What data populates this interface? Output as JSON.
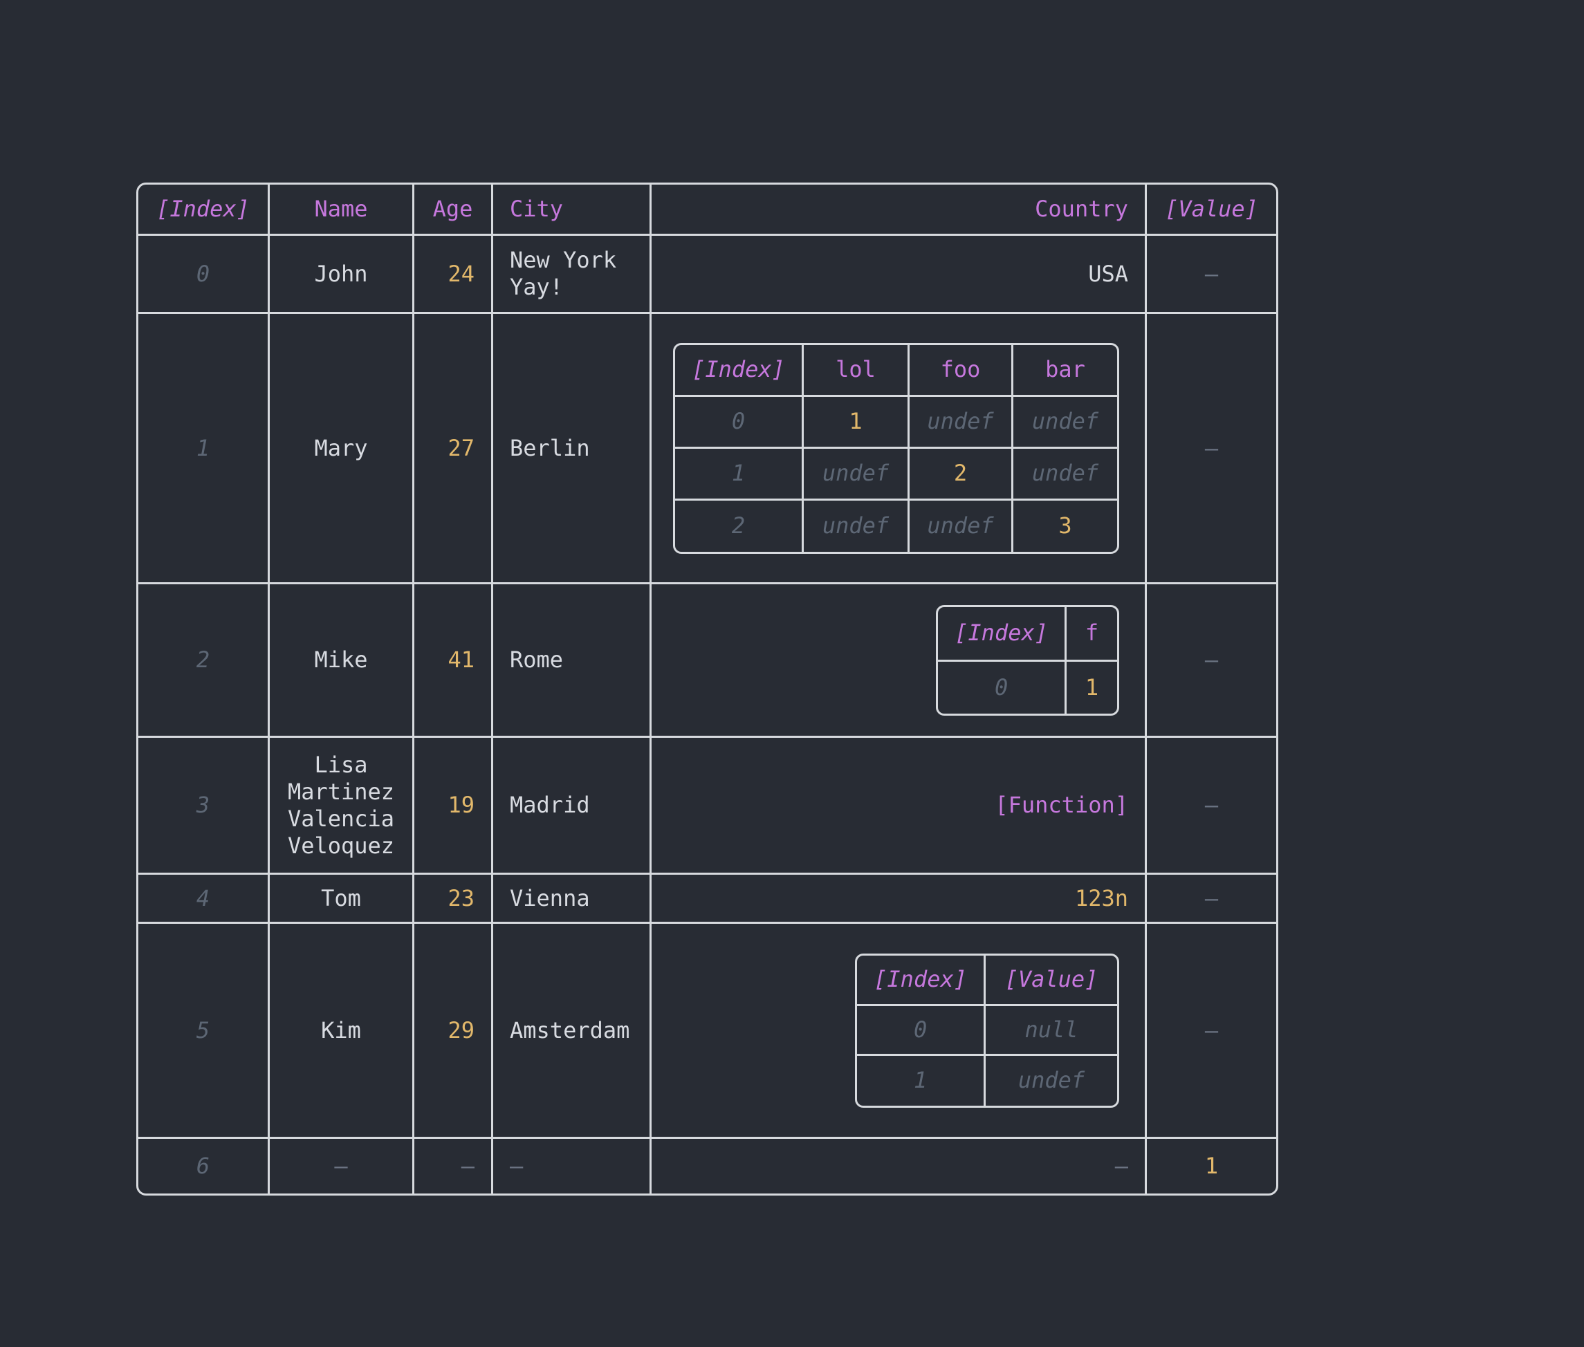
{
  "colors": {
    "background": "#282c34",
    "border": "#d7dade",
    "header_purple": "#c678dd",
    "string_white": "#d8dbe1",
    "number_gold": "#e2b86b",
    "muted_gray": "#5d6775",
    "dash_gray": "#6b7483"
  },
  "table": {
    "headers": {
      "index": "[Index]",
      "name": "Name",
      "age": "Age",
      "city": "City",
      "country": "Country",
      "value": "[Value]"
    },
    "rows": [
      {
        "index": "0",
        "name": "John",
        "age": "24",
        "city_lines": [
          "New York",
          "Yay!"
        ],
        "country": "USA",
        "value": "—"
      },
      {
        "index": "1",
        "name": "Mary",
        "age": "27",
        "city": "Berlin",
        "value": "—"
      },
      {
        "index": "2",
        "name": "Mike",
        "age": "41",
        "city": "Rome",
        "value": "—"
      },
      {
        "index": "3",
        "name_lines": [
          "Lisa",
          "Martinez",
          "Valencia",
          "Veloquez"
        ],
        "age": "19",
        "city": "Madrid",
        "country": "[Function]",
        "value": "—"
      },
      {
        "index": "4",
        "name": "Tom",
        "age": "23",
        "city": "Vienna",
        "country": "123n",
        "value": "—"
      },
      {
        "index": "5",
        "name": "Kim",
        "age": "29",
        "city": "Amsterdam",
        "value": "—"
      },
      {
        "index": "6",
        "name": "—",
        "age": "—",
        "city": "—",
        "country": "—",
        "value": "1"
      }
    ]
  },
  "nested_tables": {
    "mary": {
      "headers": [
        "[Index]",
        "lol",
        "foo",
        "bar"
      ],
      "rows": [
        [
          "0",
          "1",
          "undef",
          "undef"
        ],
        [
          "1",
          "undef",
          "2",
          "undef"
        ],
        [
          "2",
          "undef",
          "undef",
          "3"
        ]
      ]
    },
    "mike": {
      "headers": [
        "[Index]",
        "f"
      ],
      "rows": [
        [
          "0",
          "1"
        ]
      ]
    },
    "kim": {
      "headers": [
        "[Index]",
        "[Value]"
      ],
      "rows": [
        [
          "0",
          "null"
        ],
        [
          "1",
          "undef"
        ]
      ]
    }
  }
}
